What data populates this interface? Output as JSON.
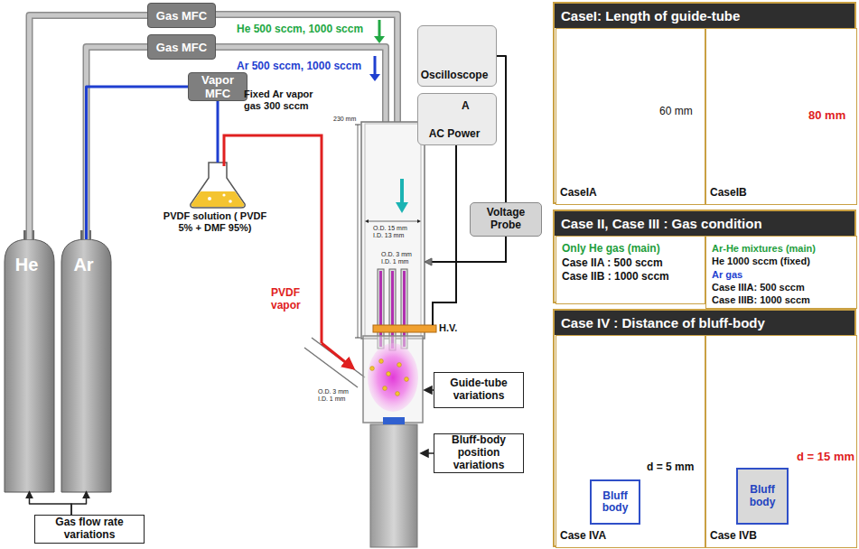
{
  "diagram": {
    "nodes": [
      {
        "text": [
          "Gas MFC"
        ]
      },
      {
        "text": [
          "Gas MFC"
        ]
      },
      {
        "text": [
          "Vapor MFC"
        ]
      },
      {
        "text": [
          "Oscilloscope"
        ]
      },
      {
        "text": [
          "A",
          "AC Power"
        ]
      },
      {
        "text": [
          "Voltage Probe"
        ]
      },
      {
        "text": [
          "He"
        ]
      },
      {
        "text": [
          "Ar"
        ]
      },
      {
        "text": [
          "PVDF solution ( PVDF 5% + DMF 95%)"
        ]
      },
      {
        "text": [
          "Gas flow rate variations"
        ]
      },
      {
        "text": [
          "Guide-tube variations"
        ]
      },
      {
        "text": [
          "Bluff-body position variations"
        ]
      },
      {
        "text": [
          "CaseI: Length of guide-tube"
        ]
      },
      {
        "text": [
          "60 mm",
          "CaseIA"
        ],
        "in": 12
      },
      {
        "text": [
          "80 mm",
          "CaseIB"
        ],
        "in": 12
      },
      {
        "text": [
          "Case II, Case III : Gas condition"
        ]
      },
      {
        "text": [
          "Only He gas (main)",
          "Case IIA : 500 sccm",
          "Case IIB : 1000 sccm"
        ],
        "in": 15
      },
      {
        "text": [
          "Ar-He mixtures (main)",
          "He 1000 sccm (fixed)",
          "Ar gas",
          "Case IIIA: 500 sccm",
          "Case IIIB: 1000 sccm"
        ],
        "in": 15
      },
      {
        "text": [
          "Case IV : Distance of bluff-body"
        ]
      },
      {
        "text": [
          "d = 5 mm",
          "Case IVA"
        ],
        "in": 18
      },
      {
        "text": [
          "Bluff body"
        ],
        "in": 19
      },
      {
        "text": [
          "d = 15 mm",
          "Case IVB"
        ],
        "in": 18
      },
      {
        "text": [
          "Bluff body"
        ],
        "in": 21
      }
    ],
    "edges": [
      {
        "from": 6,
        "to": 0,
        "arrow": "none"
      },
      {
        "from": 7,
        "to": 1,
        "arrow": "none"
      },
      {
        "from": 7,
        "to": 2,
        "arrow": "none"
      },
      {
        "from": 2,
        "to": 8,
        "arrow": "none"
      },
      {
        "from": 3,
        "to": 5,
        "arrow": "none"
      },
      {
        "from": 9,
        "to": 6,
        "arrow": "to"
      },
      {
        "from": 9,
        "to": 7,
        "arrow": "to"
      }
    ],
    "labels": [
      "He 500 sccm, 1000 sccm",
      "Ar 500 sccm, 1000 sccm",
      "Fixed Ar vapor gas 300 sccm",
      "PVDF vapor",
      "230 mm",
      "O.D. 15 mm",
      "I.D. 13 mm",
      "O.D. 3 mm",
      "I.D. 1 mm",
      "O.D. 3 mm",
      "I.D. 1 mm",
      "H.V."
    ]
  }
}
